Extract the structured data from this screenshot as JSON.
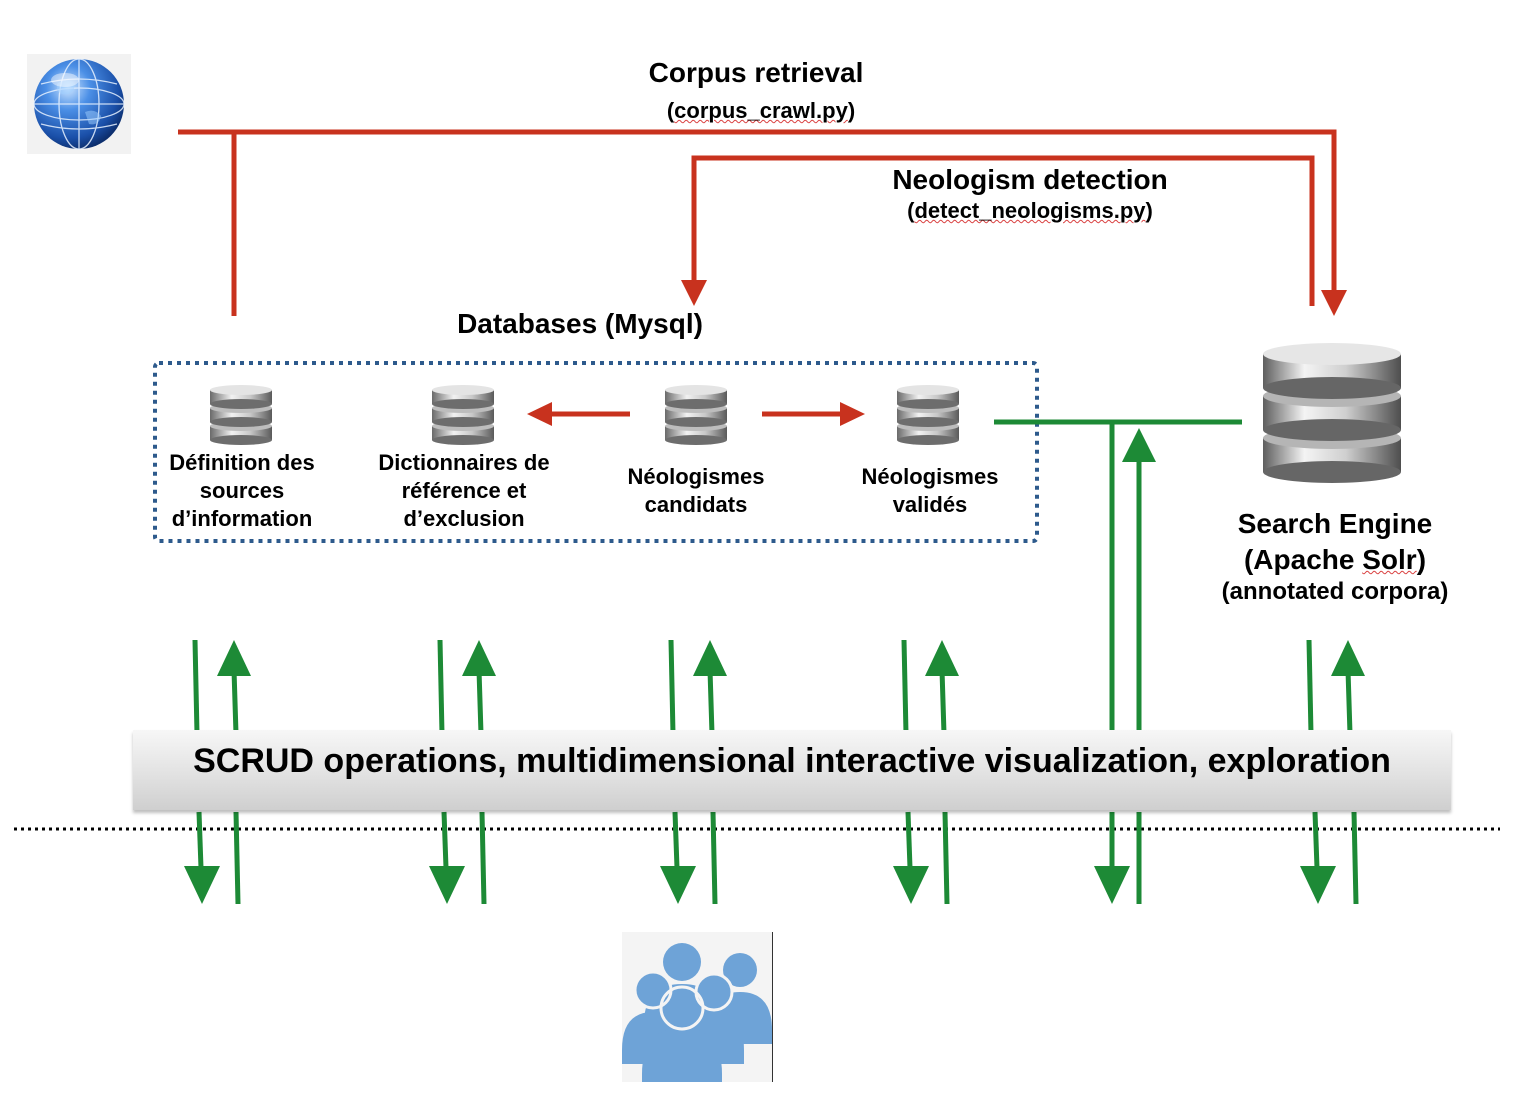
{
  "corpus_retrieval": {
    "title": "Corpus retrieval",
    "script_prefix": "(",
    "script": "corpus_crawl.py",
    "script_suffix": ")"
  },
  "neologism_detection": {
    "title": "Neologism detection",
    "script_prefix": "(",
    "script": "detect_neologisms.py",
    "script_suffix": ")"
  },
  "databases": {
    "title": "Databases (Mysql)",
    "items": [
      {
        "lines": [
          "Définition des",
          "sources",
          "d’information"
        ]
      },
      {
        "lines": [
          "Dictionnaires de",
          "référence et",
          "d’exclusion"
        ]
      },
      {
        "lines": [
          "Néologismes",
          "candidats"
        ]
      },
      {
        "lines": [
          "Néologismes",
          "validés"
        ]
      }
    ]
  },
  "search_engine": {
    "line1": "Search Engine",
    "line2_prefix": "(Apache ",
    "line2_word": "Solr",
    "line2_suffix": ")",
    "line3": "(annotated corpora)"
  },
  "banner": {
    "text": "SCRUD operations, multidimensional interactive visualization, exploration"
  },
  "colors": {
    "red_arrow": "#c8321e",
    "green_arrow": "#1d8a36",
    "dotted_box": "#2d5a8c",
    "globe_blue": "#2a6fd0",
    "users_blue": "#6ea3d7"
  },
  "icons": {
    "internet": "globe-icon",
    "users": "users-group-icon",
    "database": "database-icon"
  }
}
